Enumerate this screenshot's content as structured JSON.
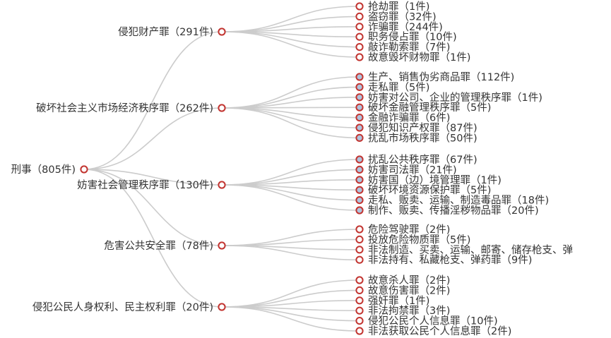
{
  "tree": {
    "name": "刑事（805件)",
    "children": [
      {
        "name": "侵犯财产罪（291件)",
        "children": [
          {
            "name": "抢劫罪（1件)"
          },
          {
            "name": "盗窃罪（32件)"
          },
          {
            "name": "诈骗罪（244件)"
          },
          {
            "name": "职务侵占罪（10件)"
          },
          {
            "name": "敲诈勒索罪（7件)"
          },
          {
            "name": "故意毁坏财物罪（1件)"
          }
        ]
      },
      {
        "name": "破坏社会主义市场经济秩序罪（262件)",
        "children": [
          {
            "name": "生产、销售伪劣商品罪（112件)",
            "collapsed": true
          },
          {
            "name": "走私罪（5件)",
            "collapsed": true
          },
          {
            "name": "妨害对公司、企业的管理秩序罪（1件)",
            "collapsed": true
          },
          {
            "name": "破坏金融管理秩序罪（5件)",
            "collapsed": true
          },
          {
            "name": "金融诈骗罪（6件)",
            "collapsed": true
          },
          {
            "name": "侵犯知识产权罪（87件)",
            "collapsed": true
          },
          {
            "name": "扰乱市场秩序罪（50件)",
            "collapsed": true
          }
        ]
      },
      {
        "name": "妨害社会管理秩序罪（130件)",
        "children": [
          {
            "name": "扰乱公共秩序罪（67件)",
            "collapsed": true
          },
          {
            "name": "妨害司法罪（21件)",
            "collapsed": true
          },
          {
            "name": "妨害国（边）境管理罪（1件)",
            "collapsed": true
          },
          {
            "name": "破坏环境资源保护罪（5件)",
            "collapsed": true
          },
          {
            "name": "走私、贩卖、运输、制造毒品罪（18件)",
            "collapsed": true
          },
          {
            "name": "制作、贩卖、传播淫秽物品罪（20件)",
            "collapsed": true
          }
        ]
      },
      {
        "name": "危害公共安全罪（78件)",
        "children": [
          {
            "name": "危险驾驶罪（2件)"
          },
          {
            "name": "投放危险物质罪（5件)"
          },
          {
            "name": "非法制造、买卖、运输、邮寄、储存枪支、弹"
          },
          {
            "name": "非法持有、私藏枪支、弹药罪（9件)"
          }
        ]
      },
      {
        "name": "侵犯公民人身权利、民主权利罪（20件)",
        "children": [
          {
            "name": "故意杀人罪（2件)"
          },
          {
            "name": "故意伤害罪（2件)"
          },
          {
            "name": "强奸罪（1件)"
          },
          {
            "name": "非法拘禁罪（3件)"
          },
          {
            "name": "侵犯公民个人信息罪（10件)"
          },
          {
            "name": "非法获取公民个人信息罪（2件)"
          }
        ]
      }
    ]
  },
  "colors": {
    "node_stroke": "#c23531",
    "collapsed_fill": "#b0c4de",
    "link": "#cccccc",
    "text": "#333333"
  }
}
